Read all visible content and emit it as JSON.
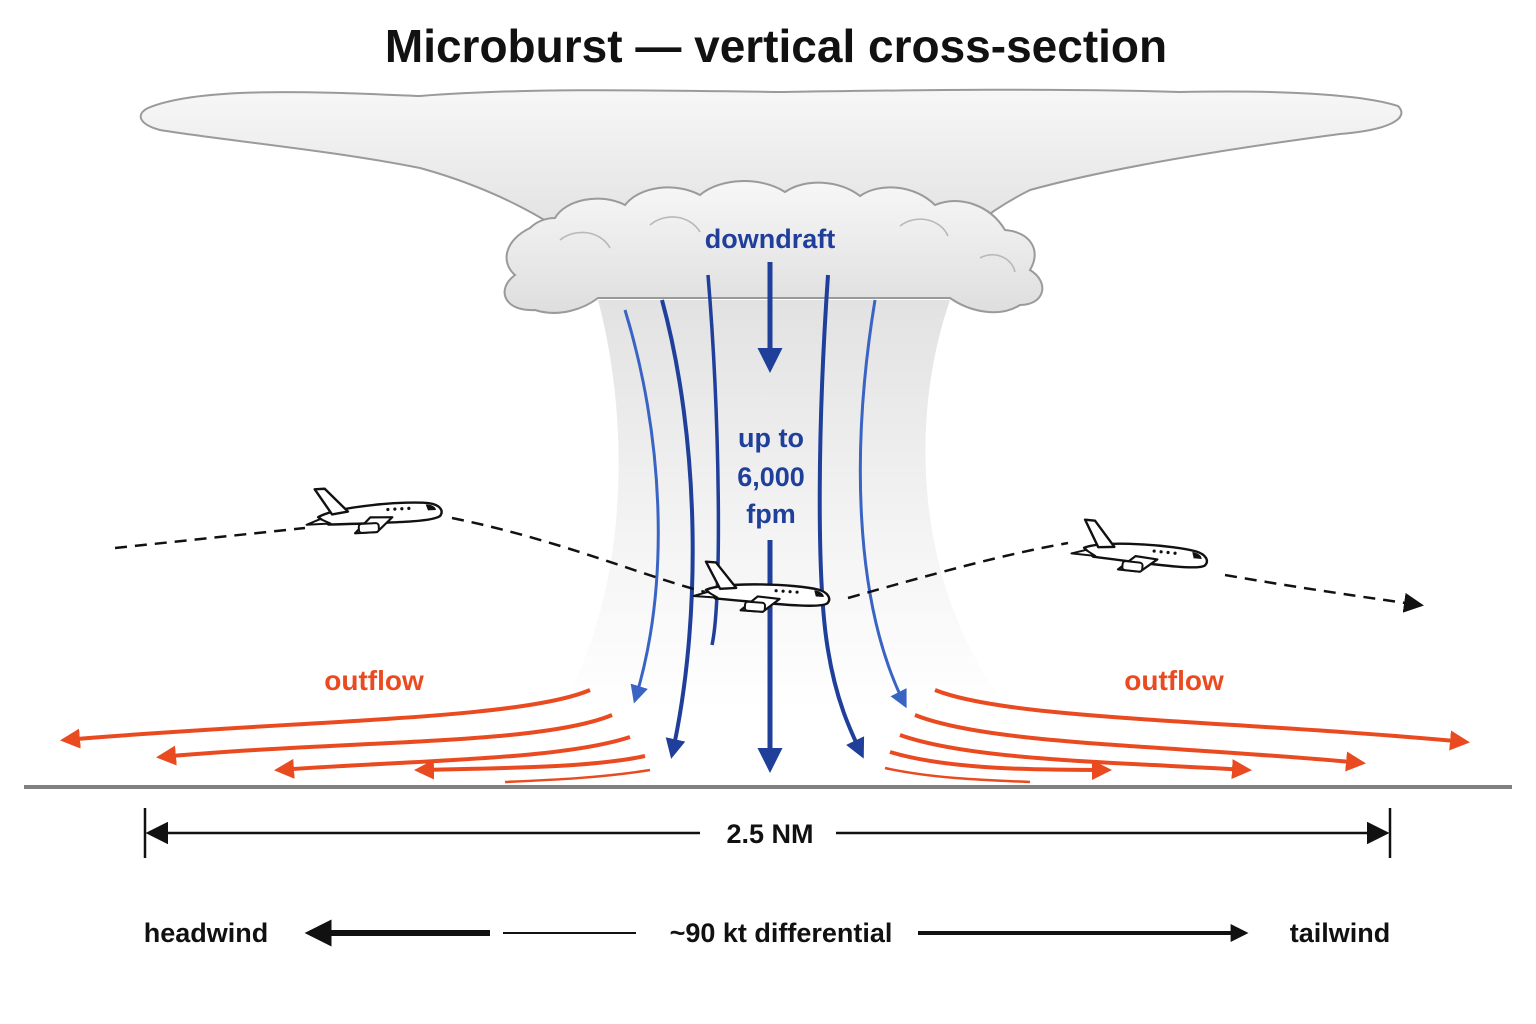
{
  "title": "Microburst — vertical cross-section",
  "labels": {
    "downdraft": "downdraft",
    "speed_line1": "up to",
    "speed_line2": "6,000",
    "speed_line3": "fpm",
    "outflow_left": "outflow",
    "outflow_right": "outflow",
    "distance": "2.5 NM",
    "headwind": "headwind",
    "differential": "~90 kt differential",
    "tailwind": "tailwind"
  },
  "colors": {
    "downdraft": "#1f3f9a",
    "outflow": "#ea4a1f",
    "ground": "#808080",
    "cloud_fill": "#ececec",
    "cloud_edge": "#9a9a9a",
    "ink": "#111111"
  },
  "icons": {
    "aircraft": "airplane-icon",
    "cloud": "cumulonimbus-cloud"
  }
}
